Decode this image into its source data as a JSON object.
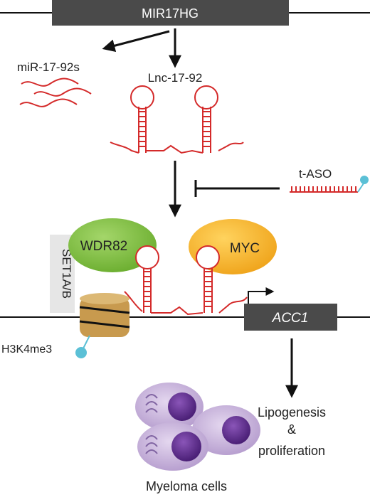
{
  "gene_label": "MIR17HG",
  "mirna_label": "miR-17-92s",
  "lnc_label": "Lnc-17-92",
  "aso_label": "t-ASO",
  "wdr82_label": "WDR82",
  "myc_label": "MYC",
  "set1_label": "SET1A/B",
  "acc1_label": "ACC1",
  "h3k4_label": "H3K4me3",
  "outcome_line1": "Lipogenesis",
  "outcome_line2": "&",
  "outcome_line3": "proliferation",
  "cells_label": "Myeloma cells",
  "colors": {
    "gene_box": "#4a4a4a",
    "rna": "#d42a2a",
    "wdr82": "#7bbf3a",
    "myc": "#f5b325",
    "set1_box": "#e6e6e6",
    "nucleosome": "#c89a4e",
    "methyl_mark": "#5bc0d6",
    "cell_body": "#c9b4dc",
    "cell_nucleus": "#5c2a8a"
  }
}
